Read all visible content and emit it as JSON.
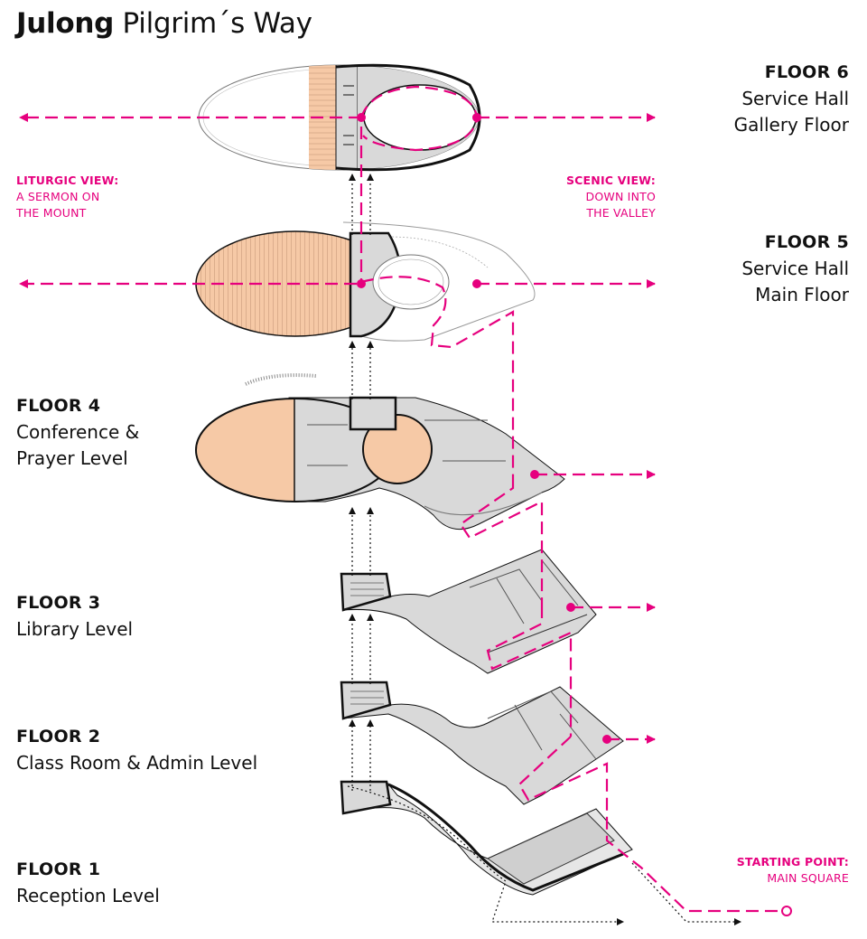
{
  "title": {
    "bold": "Julong",
    "rest": " Pilgrim´s Way"
  },
  "floors": [
    {
      "name": "FLOOR 6",
      "lines": [
        "Service Hall",
        "Gallery Floor"
      ]
    },
    {
      "name": "FLOOR 5",
      "lines": [
        "Service Hall",
        "Main Floor"
      ]
    },
    {
      "name": "FLOOR 4",
      "lines": [
        "Conference &",
        "Prayer Level"
      ]
    },
    {
      "name": "FLOOR 3",
      "lines": [
        "Library Level"
      ]
    },
    {
      "name": "FLOOR 2",
      "lines": [
        "Class Room & Admin Level"
      ]
    },
    {
      "name": "FLOOR 1",
      "lines": [
        "Reception Level"
      ]
    }
  ],
  "notes": {
    "liturgic": {
      "heading": "LITURGIC VIEW:",
      "lines": [
        "A SERMON ON",
        "THE MOUNT"
      ]
    },
    "scenic": {
      "heading": "SCENIC VIEW:",
      "lines": [
        "DOWN INTO",
        "THE VALLEY"
      ]
    },
    "start": {
      "heading": "STARTING POINT:",
      "lines": [
        "MAIN SQUARE"
      ]
    }
  },
  "colors": {
    "path": "#e6007e",
    "hall_fill": "#f6c9a6",
    "plan_fill": "#d9d9d9",
    "outline": "#111111"
  }
}
